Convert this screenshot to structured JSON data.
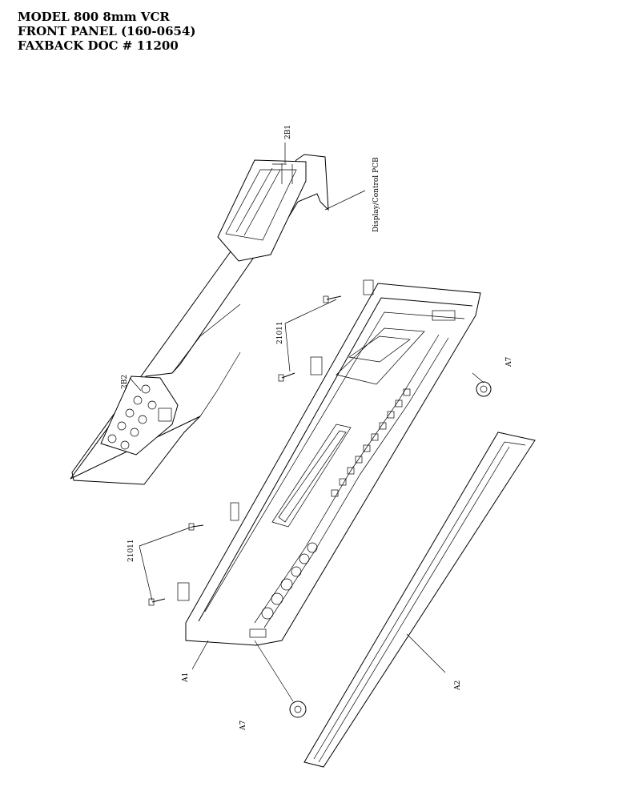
{
  "header": {
    "line1": "MODEL 800 8mm VCR",
    "line2": "FRONT PANEL   (160-0654)",
    "line3": "FAXBACK DOC # 11200"
  },
  "labels": {
    "part_2b1": "2B1",
    "display_pcb": "Display/Control PCB",
    "part_2b2": "2B2",
    "screw_top": "21011",
    "screw_left": "21011",
    "part_a7_right": "A7",
    "part_a7_bottom": "A7",
    "part_a1": "A1",
    "part_a2": "A2"
  }
}
